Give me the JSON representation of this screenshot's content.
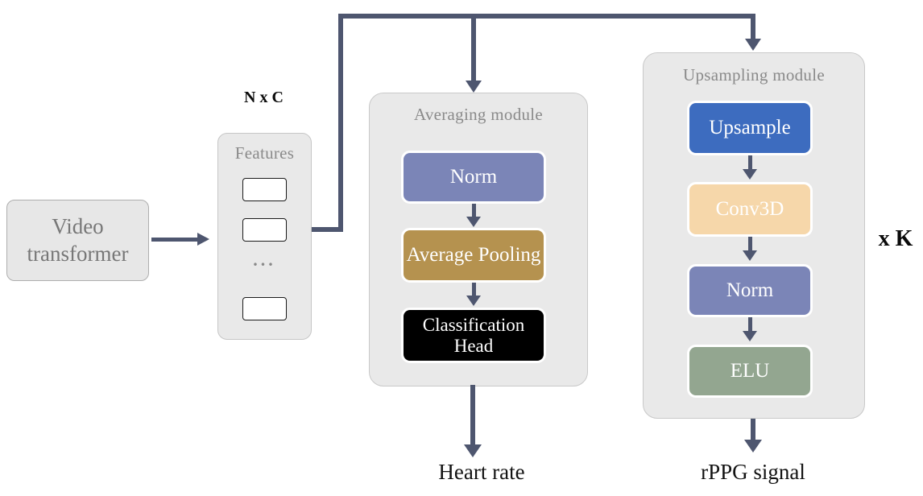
{
  "diagram": {
    "video_transformer_label": "Video transformer",
    "nxc_label": "N x C",
    "features": {
      "title": "Features",
      "ellipsis": "...",
      "slot_count": 3
    },
    "averaging_module": {
      "title": "Averaging module",
      "blocks": [
        {
          "label": "Norm"
        },
        {
          "label": "Average Pooling"
        },
        {
          "label": "Classification Head"
        }
      ]
    },
    "upsampling_module": {
      "title": "Upsampling module",
      "blocks": [
        {
          "label": "Upsample"
        },
        {
          "label": "Conv3D"
        },
        {
          "label": "Norm"
        },
        {
          "label": "ELU"
        }
      ]
    },
    "repeat_label": "x K",
    "outputs": {
      "heart_rate": "Heart rate",
      "rppg": "rPPG signal"
    },
    "colors": {
      "norm": "#7b85b7",
      "average_pooling": "#b5924f",
      "classification_head": "#000000",
      "upsample": "#3d6cbf",
      "conv3d": "#f6d7aa",
      "elu": "#93a690",
      "connector": "#4e566f",
      "module_bg": "#e9e9e9"
    }
  }
}
